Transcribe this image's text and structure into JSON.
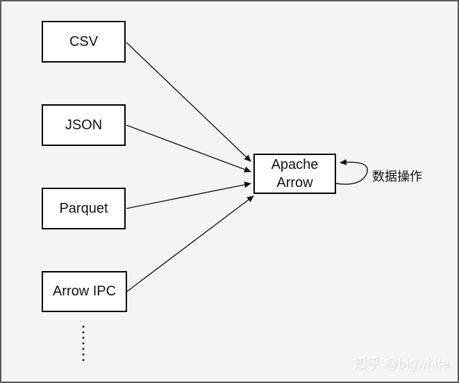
{
  "diagram": {
    "sources": [
      {
        "label": "CSV"
      },
      {
        "label": "JSON"
      },
      {
        "label": "Parquet"
      },
      {
        "label": "Arrow IPC"
      }
    ],
    "target": {
      "lines": [
        "Apache",
        "Arrow"
      ]
    },
    "loop_label": "数据操作",
    "colors": {
      "background": "#f4f4f5",
      "box_fill": "#ffffff",
      "box_border": "#000000",
      "arrow": "#141414",
      "frame": "#59595b"
    }
  },
  "watermark": {
    "text": "知乎 @bigwhite"
  }
}
